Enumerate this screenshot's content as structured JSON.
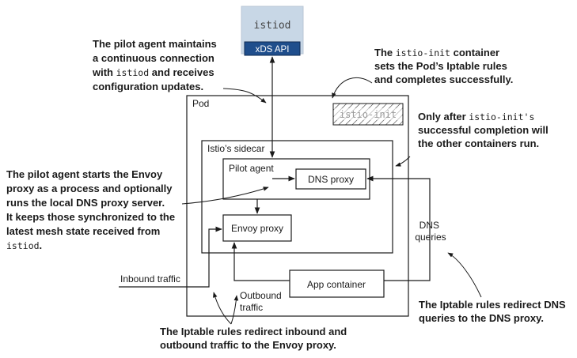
{
  "colors": {
    "istiod_fill": "#c8d7e6",
    "xds_fill": "#1f4e8c",
    "box_stroke": "#1a1a1a",
    "hatch_text": "#9a9a9a"
  },
  "nodes": {
    "istiod": "istiod",
    "xds_api": "xDS API",
    "pod": "Pod",
    "istio_init": "istio-init",
    "sidecar": "Istio’s sidecar",
    "pilot_agent": "Pilot agent",
    "dns_proxy": "DNS proxy",
    "envoy_proxy": "Envoy proxy",
    "app_container": "App container"
  },
  "edge_labels": {
    "dns_queries": [
      "DNS",
      "queries"
    ],
    "inbound": "Inbound traffic",
    "outbound": [
      "Outbound",
      "traffic"
    ]
  },
  "annotations": {
    "pilot_connection": [
      [
        {
          "t": "The pilot agent maintains",
          "m": false
        }
      ],
      [
        {
          "t": "a continuous connection",
          "m": false
        }
      ],
      [
        {
          "t": "with ",
          "m": false
        },
        {
          "t": "istiod",
          "m": true
        },
        {
          "t": " and receives",
          "m": false
        }
      ],
      [
        {
          "t": "configuration updates.",
          "m": false
        }
      ]
    ],
    "istio_init_rules": [
      [
        {
          "t": "The ",
          "m": false
        },
        {
          "t": "istio-init",
          "m": true
        },
        {
          "t": " container",
          "m": false
        }
      ],
      [
        {
          "t": "sets the Pod’s Iptable rules",
          "m": false
        }
      ],
      [
        {
          "t": "and completes successfully.",
          "m": false
        }
      ]
    ],
    "after_init": [
      [
        {
          "t": "Only after ",
          "m": false
        },
        {
          "t": "istio-init's",
          "m": true
        }
      ],
      [
        {
          "t": "successful completion will",
          "m": false
        }
      ],
      [
        {
          "t": "the other containers run.",
          "m": false
        }
      ]
    ],
    "pilot_starts": [
      [
        {
          "t": "The pilot agent starts the Envoy",
          "m": false
        }
      ],
      [
        {
          "t": "proxy as a process and optionally",
          "m": false
        }
      ],
      [
        {
          "t": "runs the local DNS proxy server.",
          "m": false
        }
      ],
      [
        {
          "t": "It keeps those synchronized to the",
          "m": false
        }
      ],
      [
        {
          "t": "latest mesh state received from",
          "m": false
        }
      ],
      [
        {
          "t": "istiod",
          "m": true
        },
        {
          "t": ".",
          "m": false
        }
      ]
    ],
    "dns_redirect": [
      [
        {
          "t": "The Iptable rules redirect DNS",
          "m": false
        }
      ],
      [
        {
          "t": "queries to the DNS proxy.",
          "m": false
        }
      ]
    ],
    "traffic_redirect": [
      [
        {
          "t": "The Iptable rules redirect inbound and",
          "m": false
        }
      ],
      [
        {
          "t": "outbound traffic to the Envoy proxy.",
          "m": false
        }
      ]
    ]
  }
}
